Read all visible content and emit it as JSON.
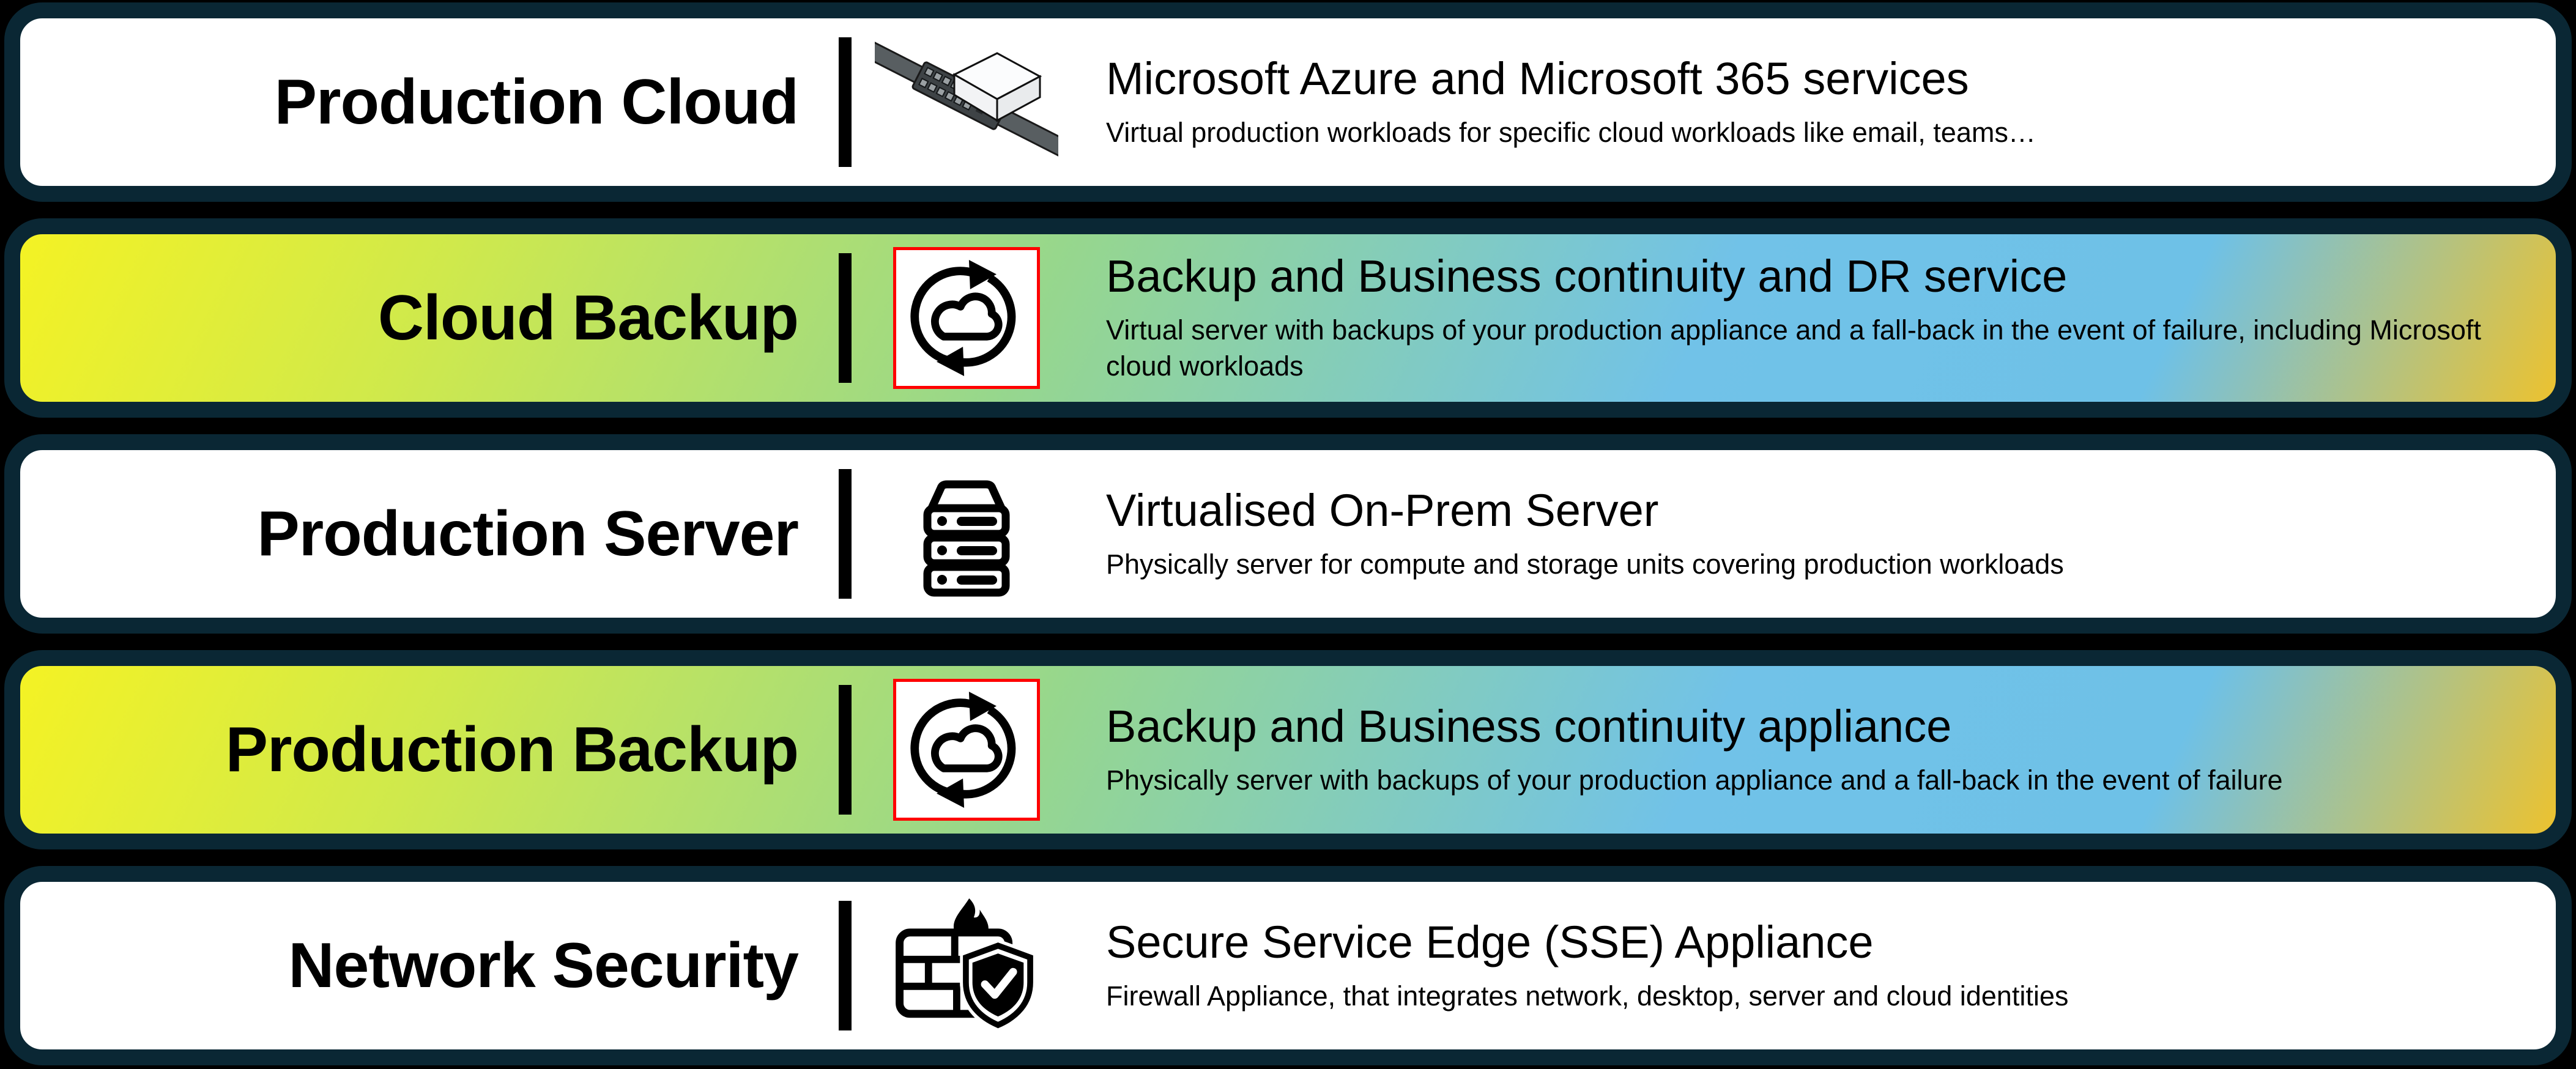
{
  "palette": {
    "page_background": "#000000",
    "card_border": "#0a2734",
    "card_white": "#ffffff",
    "gradient_yellow": "#f4f224",
    "gradient_green": "#97d78c",
    "gradient_blue": "#6ec1e7",
    "gradient_gold": "#ecc22f",
    "icon_frame_red": "#ff0000",
    "text_black": "#000000"
  },
  "cards": [
    {
      "title": "Production Cloud",
      "icon": "rack-server-icon",
      "heading": "Microsoft Azure and Microsoft 365 services",
      "description": "Virtual production workloads for specific cloud workloads like email, teams…",
      "background": "white"
    },
    {
      "title": "Cloud Backup",
      "icon": "cloud-sync-icon",
      "heading": "Backup and Business continuity and DR service",
      "description": "Virtual server with backups of your production appliance and a fall-back in the event of failure, including Microsoft cloud workloads",
      "background": "yellow-green-blue-gradient"
    },
    {
      "title": "Production Server",
      "icon": "server-stack-icon",
      "heading": "Virtualised On-Prem Server",
      "description": "Physically server for compute and storage units covering production workloads",
      "background": "white"
    },
    {
      "title": "Production Backup",
      "icon": "cloud-sync-icon",
      "heading": "Backup and Business continuity appliance",
      "description": "Physically server with backups of your production appliance and a fall-back in the event of failure",
      "background": "yellow-green-blue-gradient"
    },
    {
      "title": "Network Security",
      "icon": "firewall-shield-icon",
      "heading": "Secure Service Edge (SSE) Appliance",
      "description": "Firewall Appliance, that integrates network, desktop, server and cloud identities",
      "background": "white"
    }
  ]
}
